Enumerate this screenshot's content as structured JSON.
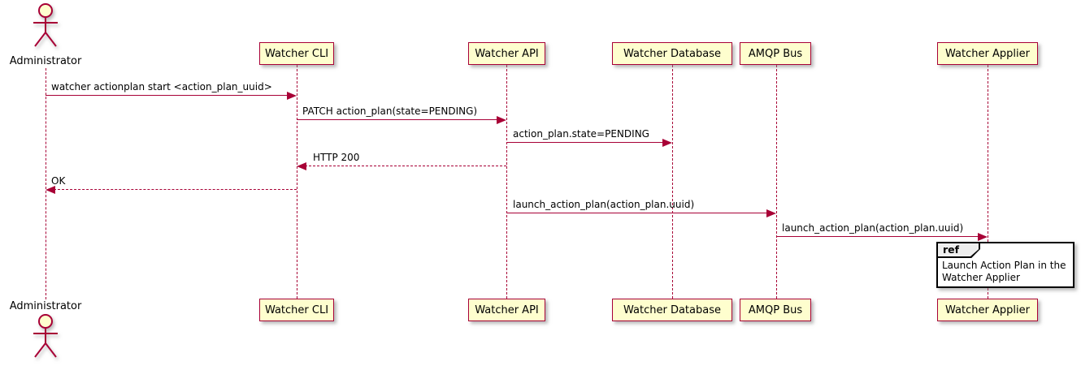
{
  "diagram": {
    "type": "uml-sequence",
    "actor": {
      "label": "Administrator"
    },
    "participants": [
      {
        "label": "Watcher CLI"
      },
      {
        "label": "Watcher API"
      },
      {
        "label": "Watcher Database"
      },
      {
        "label": "AMQP Bus"
      },
      {
        "label": "Watcher Applier"
      }
    ],
    "messages": [
      {
        "from": "Administrator",
        "to": "Watcher CLI",
        "label": "watcher actionplan start <action_plan_uuid>",
        "style": "solid"
      },
      {
        "from": "Watcher CLI",
        "to": "Watcher API",
        "label": "PATCH action_plan(state=PENDING)",
        "style": "solid"
      },
      {
        "from": "Watcher API",
        "to": "Watcher Database",
        "label": "action_plan.state=PENDING",
        "style": "solid"
      },
      {
        "from": "Watcher API",
        "to": "Watcher CLI",
        "label": "HTTP 200",
        "style": "dashed-return"
      },
      {
        "from": "Watcher CLI",
        "to": "Administrator",
        "label": "OK",
        "style": "dashed-return"
      },
      {
        "from": "Watcher API",
        "to": "AMQP Bus",
        "label": "launch_action_plan(action_plan.uuid)",
        "style": "solid"
      },
      {
        "from": "AMQP Bus",
        "to": "Watcher Applier",
        "label": "launch_action_plan(action_plan.uuid)",
        "style": "solid"
      }
    ],
    "ref": {
      "tab_label": "ref",
      "line1": "Launch Action Plan in the",
      "line2": "Watcher Applier"
    },
    "colors": {
      "participant_fill": "#FEFECE",
      "stroke": "#A80036",
      "ref_border": "#000000",
      "ref_tab_fill": "#EEEEEE",
      "text": "#000000",
      "background": "#FFFFFF"
    }
  }
}
